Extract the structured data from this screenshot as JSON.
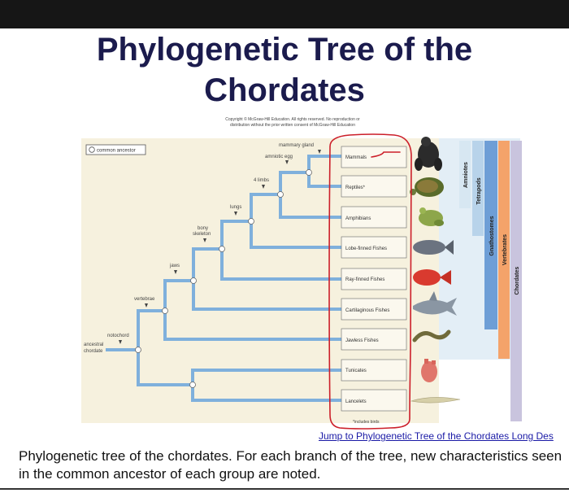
{
  "page": {
    "title_line1": "Phylogenetic Tree of the",
    "title_line2": "Chordates",
    "copyright_line1": "Copyright © McGraw-Hill Education. All rights reserved. No reproduction or",
    "copyright_line2": "distribution without the prior written consent of McGraw-Hill Education",
    "link_text": "Jump to Phylogenetic Tree of the Chordates Long Des",
    "caption": "Phylogenetic tree of the chordates. For each branch of the tree, new characteristics seen in the common ancestor of each group are noted."
  },
  "diagram": {
    "legend": "common ancestor",
    "root_label_line1": "ancestral",
    "root_label_line2": "chordate",
    "traits": {
      "notochord": "notochord",
      "vertebrae": "vertebrae",
      "jaws": "jaws",
      "bony_line1": "bony",
      "bony_line2": "skeleton",
      "lungs": "lungs",
      "limbs": "4 limbs",
      "amniotic": "amniotic egg",
      "mammary": "mammary gland"
    },
    "taxa": {
      "mammals": "Mammals",
      "reptiles": "Reptiles*",
      "amphibians": "Amphibians",
      "lobe": "Lobe-finned Fishes",
      "ray": "Ray-finned Fishes",
      "cartilaginous": "Cartilaginous Fishes",
      "jawless": "Jawless Fishes",
      "tunicates": "Tunicates",
      "lancelets": "Lancelets"
    },
    "footnote": "*includes birds",
    "groups": {
      "amniotes": "Amniotes",
      "tetrapods": "Tetrapods",
      "gnathostomes": "Gnathostomes",
      "vertebrates": "Vertebrates",
      "chordates": "Chordates"
    },
    "colors": {
      "branch": "#7fb0dc",
      "annotation_red": "#cc1f2a",
      "band_chordates": "#c9c4de",
      "band_vertebrates": "#f4a36a",
      "band_gnathostomes": "#6e9ed6",
      "band_tetrapods": "#b8d3ea",
      "band_amniotes": "#d7e7f2",
      "background_tan": "#f6f1de"
    }
  }
}
